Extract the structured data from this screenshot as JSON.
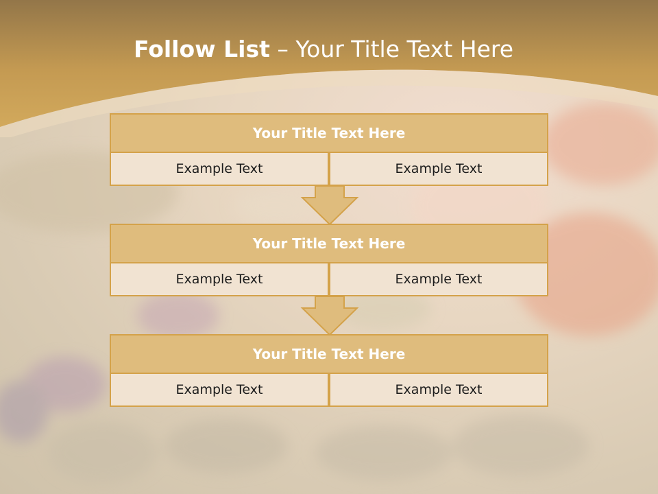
{
  "slide": {
    "title_bold": "Follow List",
    "title_rest": " – Your Title Text Here"
  },
  "steps": [
    {
      "title": "Your Title Text Here",
      "left": "Example Text",
      "right": "Example Text"
    },
    {
      "title": "Your Title Text Here",
      "left": "Example Text",
      "right": "Example Text"
    },
    {
      "title": "Your Title Text Here",
      "left": "Example Text",
      "right": "Example Text"
    }
  ],
  "colors": {
    "header_gold": "#c9a055",
    "title_fill": "#dfbc7d",
    "cell_fill": "#f1e3d2",
    "border": "#d4a24a"
  }
}
